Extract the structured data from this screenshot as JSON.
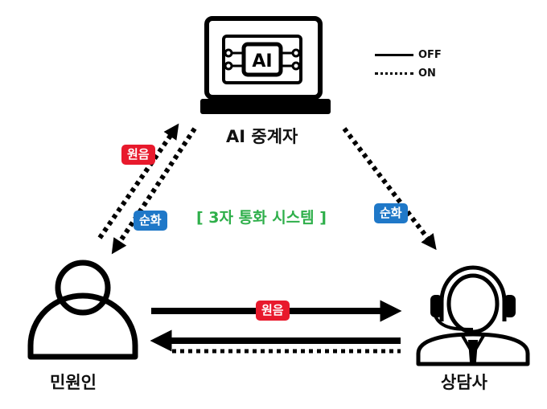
{
  "title": "[ 3자 통화 시스템 ]",
  "title_color": "#2eaf4a",
  "nodes": {
    "ai": {
      "label": "AI 중계자",
      "chip_text": "AI"
    },
    "citizen": {
      "label": "민원인"
    },
    "agent": {
      "label": "상담사"
    }
  },
  "legend": {
    "off_label": "OFF",
    "on_label": "ON"
  },
  "badges": {
    "left_top": {
      "text": "원음",
      "color": "#e8192c"
    },
    "left_bottom": {
      "text": "순화",
      "color": "#1f78c8"
    },
    "right": {
      "text": "순화",
      "color": "#1f78c8"
    },
    "middle": {
      "text": "원음",
      "color": "#e8192c"
    }
  },
  "icons": [
    "laptop-ai-icon",
    "person-icon",
    "headset-agent-icon"
  ]
}
